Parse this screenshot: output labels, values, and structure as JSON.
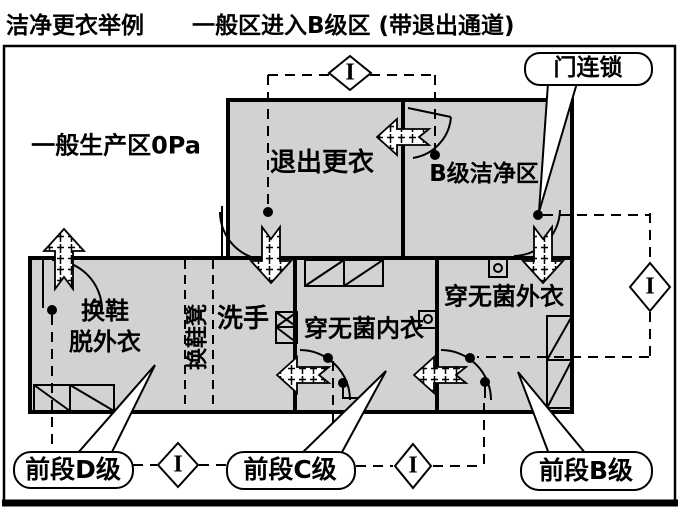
{
  "title": {
    "part1": "洁净更衣举例",
    "part2": "一般区进入B级区 (带退出通道)"
  },
  "labels": {
    "general_area": "一般生产区0Pa",
    "exit_change": "退出更衣",
    "b_clean_area": "B级洁净区",
    "change_shoes_line1": "换鞋",
    "change_shoes_line2": "脱外衣",
    "shoe_bench": "换鞋凳",
    "wash_hands": "洗手",
    "sterile_inner": "穿无菌内衣",
    "sterile_outer": "穿无菌外衣"
  },
  "callouts": {
    "door_interlock": "门连锁",
    "front_d": "前段D级",
    "front_c": "前段C级",
    "front_b": "前段B级"
  },
  "interlock_symbol": "I",
  "colors": {
    "room_fill": "#d2d2d2",
    "line": "#000000",
    "background": "#ffffff"
  }
}
